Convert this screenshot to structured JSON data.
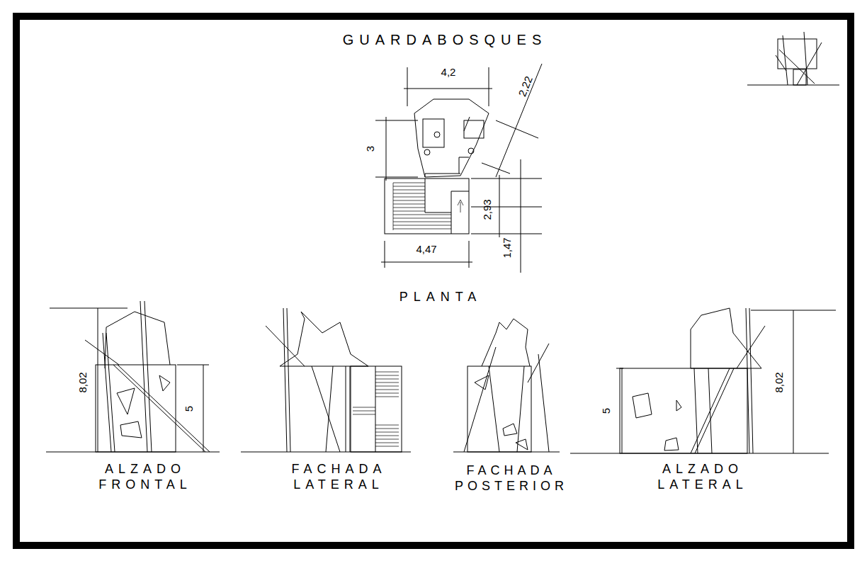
{
  "diagram": {
    "title": "GUARDABOSQUES",
    "labels": [
      "4,2",
      "2,22",
      "3",
      "2,93",
      "4,47",
      "1,47",
      "PLANTA",
      "8,02",
      "5",
      "ALZADO FRONTAL",
      "FACHADA LATERAL",
      "FACHADA POSTERIOR",
      "5",
      "8,02",
      "ALZADO LATERAL"
    ]
  }
}
